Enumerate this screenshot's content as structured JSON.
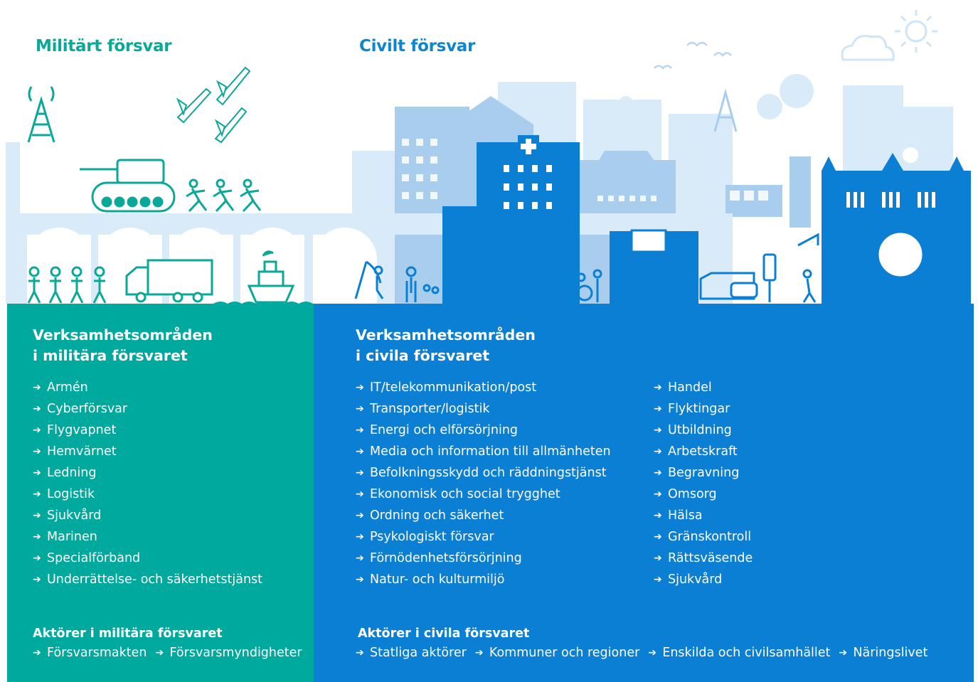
{
  "headings": {
    "military": "Militärt försvar",
    "civil": "Civilt försvar"
  },
  "arrow_glyph": "➔",
  "colors": {
    "military": "#00a99d",
    "civil": "#0a7fd3",
    "illustration_light": "#d7eaf7",
    "illustration_mid": "#a9cdec"
  },
  "military": {
    "title_line1": "Verksamhetsområden",
    "title_line2": "i militära försvaret",
    "areas": [
      "Armén",
      "Cyberförsvar",
      "Flygvapnet",
      "Hemvärnet",
      "Ledning",
      "Logistik",
      "Sjukvård",
      "Marinen",
      "Specialförband",
      "Underrättelse- och säkerhetstjänst"
    ],
    "actors_title": "Aktörer i militära försvaret",
    "actors": [
      "Försvarsmakten",
      "Försvarsmyndigheter"
    ]
  },
  "civil": {
    "title_line1": "Verksamhetsområden",
    "title_line2": "i civila försvaret",
    "areas_col1": [
      "IT/telekommunikation/post",
      "Transporter/logistik",
      "Energi och elförsörjning",
      "Media och information till allmänheten",
      "Befolkningsskydd och räddningstjänst",
      "Ekonomisk och social trygghet",
      "Ordning och säkerhet",
      "Psykologiskt försvar",
      "Förnödenhetsförsörjning",
      "Natur- och kulturmiljö"
    ],
    "areas_col2": [
      "Handel",
      "Flyktingar",
      "Utbildning",
      "Arbetskraft",
      "Begravning",
      "Omsorg",
      "Hälsa",
      "Gränskontroll",
      "Rättsväsende",
      "Sjukvård"
    ],
    "actors_title": "Aktörer i civila försvaret",
    "actors": [
      "Statliga aktörer",
      "Kommuner och regioner",
      "Enskilda och civilsamhället",
      "Näringslivet"
    ]
  }
}
